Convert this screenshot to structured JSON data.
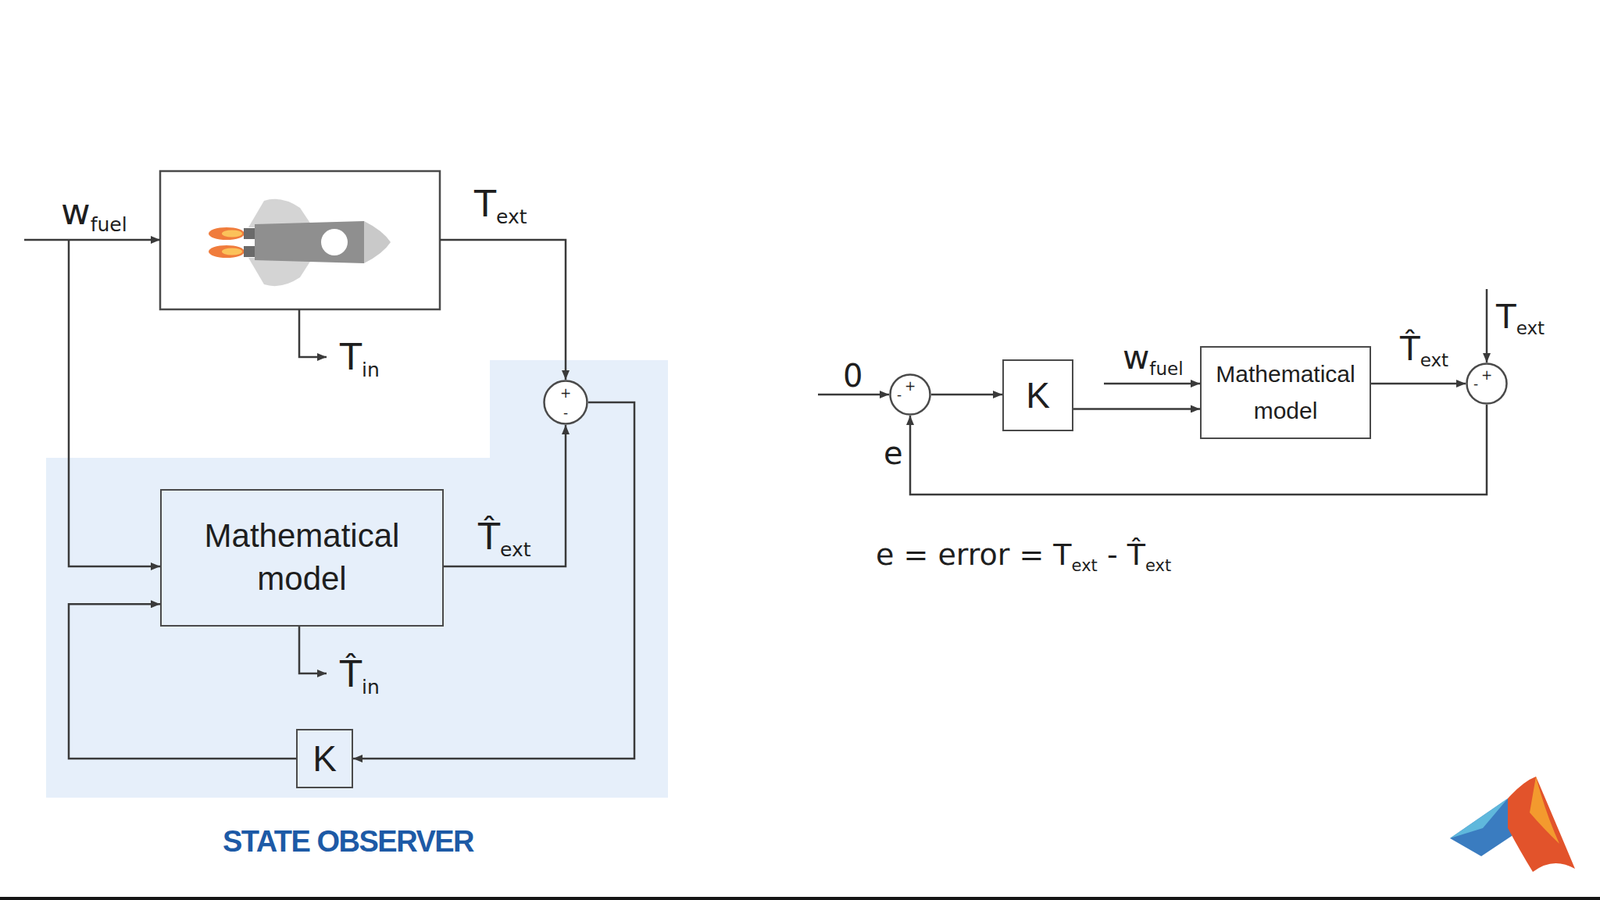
{
  "diagram": {
    "nodes": [
      {
        "text": [
          "STATE OBSERVER"
        ]
      },
      {
        "text": [
          "+",
          "-"
        ],
        "in": 0
      },
      {
        "text": [
          "Mathematical model"
        ],
        "in": 0
      },
      {
        "text": [
          "K"
        ],
        "in": 0
      },
      {
        "text": [
          "+",
          "-"
        ]
      },
      {
        "text": [
          "K"
        ]
      },
      {
        "text": [
          "Mathematical model"
        ]
      },
      {
        "text": [
          "+",
          "-"
        ]
      }
    ],
    "edges": [
      {
        "from": 2,
        "to": 1,
        "label": "T̂ext",
        "arrow": "to"
      },
      {
        "from": 1,
        "to": 3,
        "arrow": "to"
      },
      {
        "from": 3,
        "to": 2,
        "arrow": "to"
      },
      {
        "from": 4,
        "to": 5,
        "arrow": "to"
      },
      {
        "from": 5,
        "to": 6,
        "arrow": "to"
      },
      {
        "from": 6,
        "to": 7,
        "label": "T̂ext",
        "arrow": "to"
      },
      {
        "from": 7,
        "to": 4,
        "label": "e",
        "arrow": "to"
      }
    ],
    "labels": [
      "wfuel",
      "Text",
      "Tin",
      "T̂in",
      "0",
      "wfuel",
      "Text",
      "e = error = Text - T̂ext"
    ]
  }
}
